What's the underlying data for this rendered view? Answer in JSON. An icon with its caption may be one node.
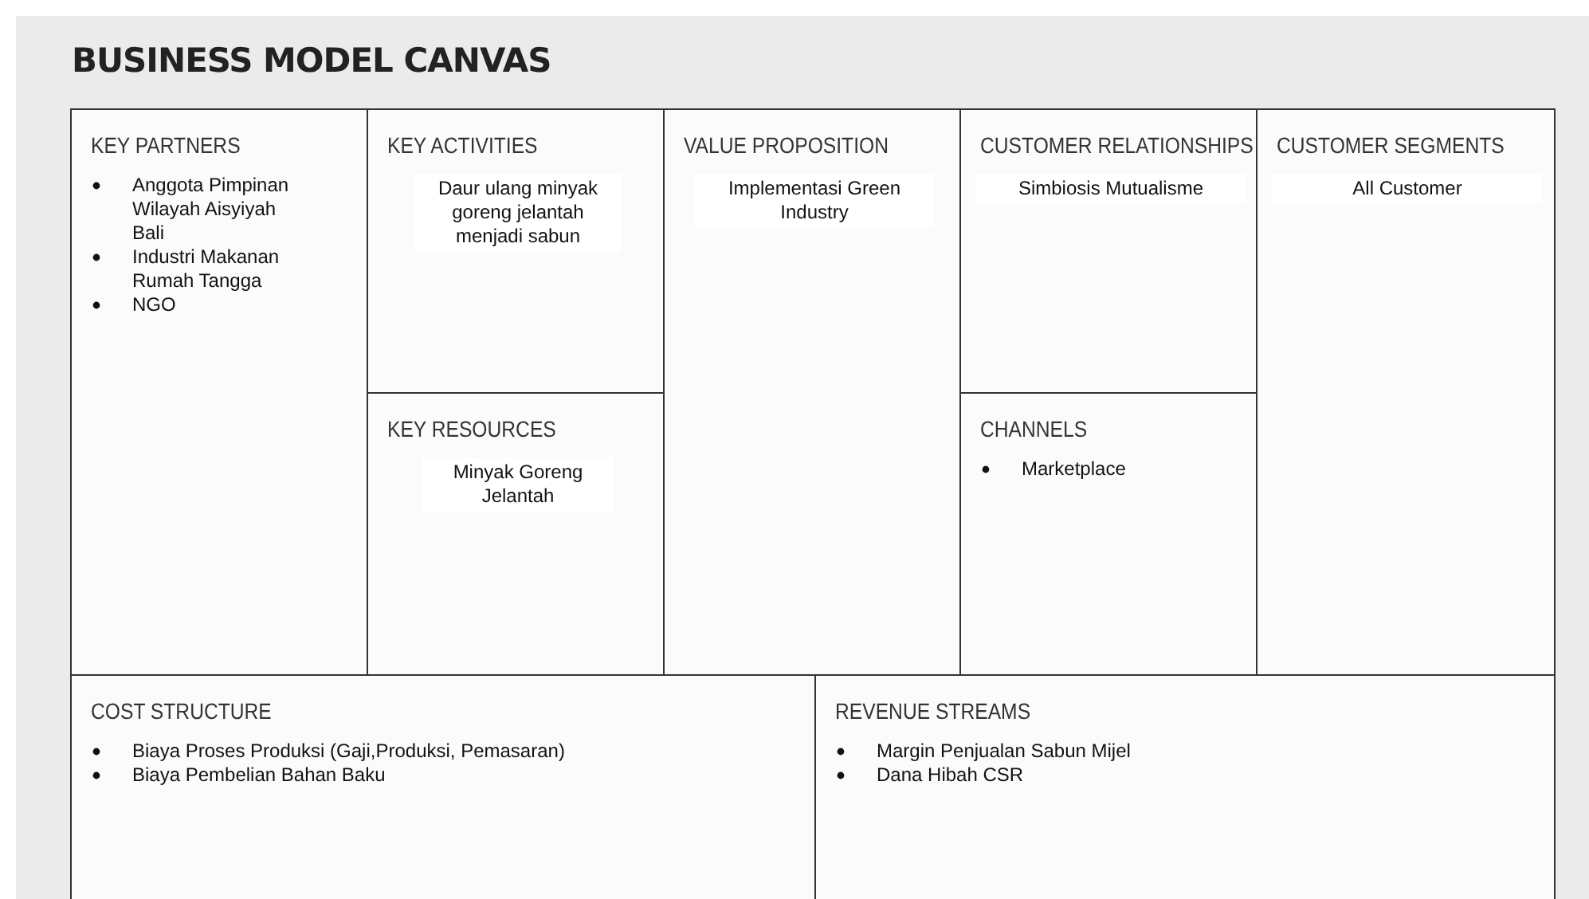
{
  "diagram": {
    "title": "BUSINESS MODEL CANVAS",
    "nodes": [
      {
        "text": [
          "KEY PARTNERS",
          "Anggota Pimpinan Wilayah Aisyiyah Bali",
          "Industri Makanan Rumah Tangga",
          "NGO"
        ]
      },
      {
        "text": [
          "KEY ACTIVITIES",
          "Daur ulang minyak goreng jelantah menjadi sabun"
        ]
      },
      {
        "text": [
          "KEY RESOURCES",
          "Minyak Goreng Jelantah"
        ]
      },
      {
        "text": [
          "VALUE PROPOSITION",
          "Implementasi Green Industry"
        ]
      },
      {
        "text": [
          "CUSTOMER RELATIONSHIPS",
          "Simbiosis Mutualisme"
        ]
      },
      {
        "text": [
          "CHANNELS",
          "Marketplace"
        ]
      },
      {
        "text": [
          "CUSTOMER SEGMENTS",
          "All Customer"
        ]
      },
      {
        "text": [
          "COST STRUCTURE",
          "Biaya Proses Produksi (Gaji,Produksi, Pemasaran)",
          "Biaya Pembelian Bahan Baku"
        ]
      },
      {
        "text": [
          "REVENUE STREAMS",
          "Margin Penjualan Sabun Mijel",
          "Dana Hibah CSR"
        ]
      }
    ]
  }
}
